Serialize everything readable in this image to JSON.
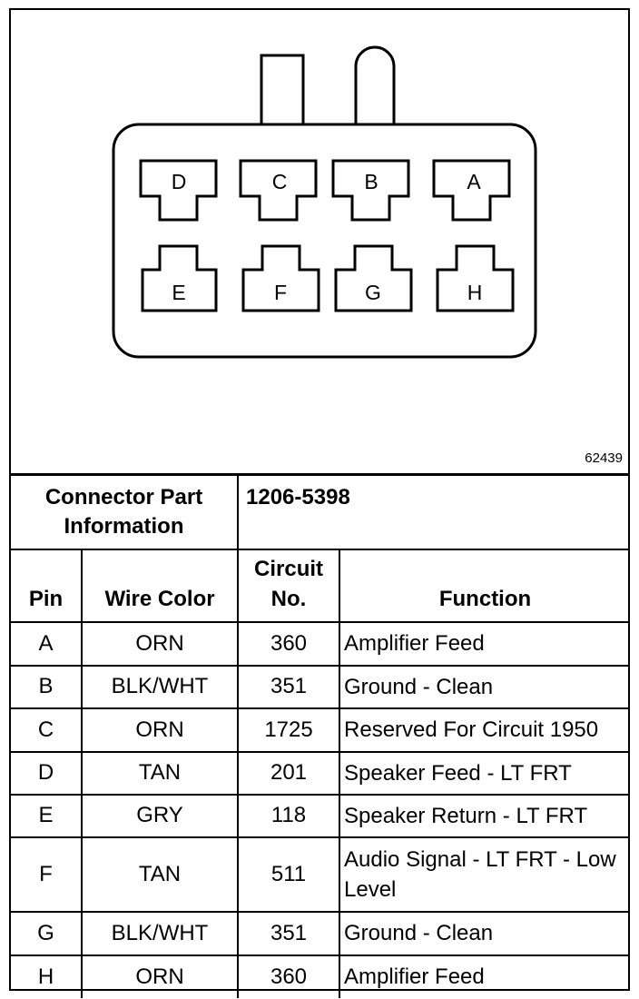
{
  "figure_number": "62439",
  "pins_top": [
    "D",
    "C",
    "B",
    "A"
  ],
  "pins_bottom": [
    "E",
    "F",
    "G",
    "H"
  ],
  "connector_label": "Connector Part Information",
  "connector_part_number": "1206-5398",
  "columns": {
    "pin": "Pin",
    "wire_color": "Wire Color",
    "circuit_no": "Circuit No.",
    "function": "Function"
  },
  "rows": [
    {
      "pin": "A",
      "wire_color": "ORN",
      "circuit": "360",
      "function": "Amplifier Feed"
    },
    {
      "pin": "B",
      "wire_color": "BLK/WHT",
      "circuit": "351",
      "function": "Ground - Clean"
    },
    {
      "pin": "C",
      "wire_color": "ORN",
      "circuit": "1725",
      "function": "Reserved For Circuit 1950"
    },
    {
      "pin": "D",
      "wire_color": "TAN",
      "circuit": "201",
      "function": "Speaker Feed - LT FRT"
    },
    {
      "pin": "E",
      "wire_color": "GRY",
      "circuit": "118",
      "function": "Speaker Return - LT FRT"
    },
    {
      "pin": "F",
      "wire_color": "TAN",
      "circuit": "511",
      "function": "Audio Signal - LT FRT - Low Level"
    },
    {
      "pin": "G",
      "wire_color": "BLK/WHT",
      "circuit": "351",
      "function": "Ground - Clean"
    },
    {
      "pin": "H",
      "wire_color": "ORN",
      "circuit": "360",
      "function": "Amplifier Feed"
    }
  ]
}
